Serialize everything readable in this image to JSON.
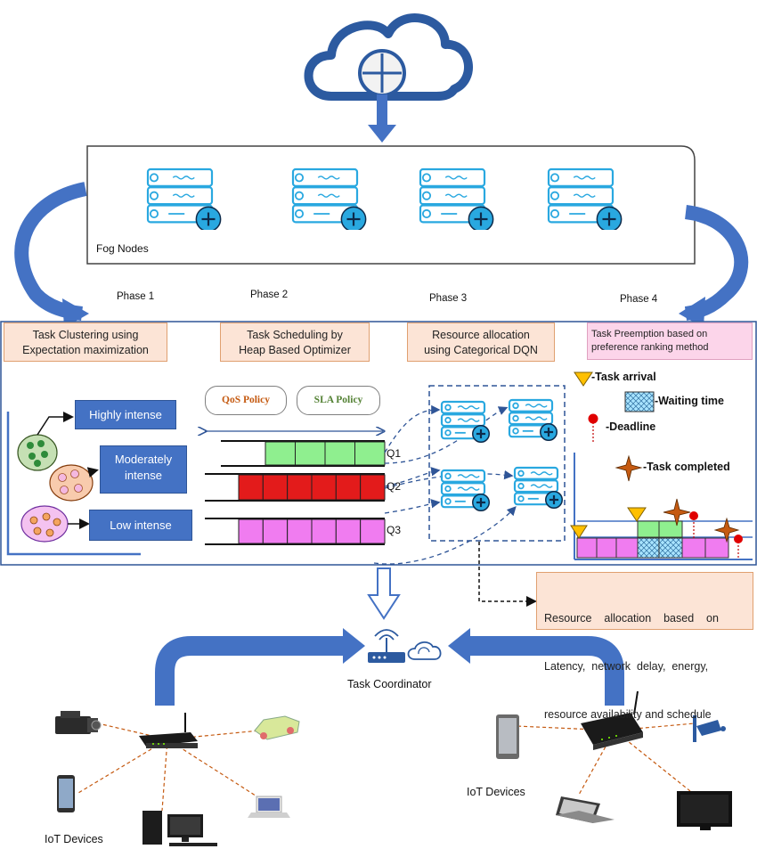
{
  "fog": {
    "label": "Fog Nodes"
  },
  "phases": [
    {
      "label": "Phase 1",
      "title_line1": "Task Clustering using",
      "title_line2": "Expectation maximization"
    },
    {
      "label": "Phase 2",
      "title_line1": "Task Scheduling by",
      "title_line2": "Heap Based Optimizer"
    },
    {
      "label": "Phase 3",
      "title_line1": "Resource allocation",
      "title_line2": "using Categorical DQN"
    },
    {
      "label": "Phase 4",
      "title_line1": "Task Preemption based on",
      "title_line2": "preference ranking method"
    }
  ],
  "clusters": [
    {
      "label": "Highly intense"
    },
    {
      "label_line1": "Moderately",
      "label_line2": "intense"
    },
    {
      "label": "Low intense"
    }
  ],
  "policies": {
    "qos": "QoS Policy",
    "sla": "SLA Policy"
  },
  "queues": [
    {
      "label": "Q1",
      "color": "#8fef8f"
    },
    {
      "label": "Q2",
      "color": "#e31b1b"
    },
    {
      "label": "Q3",
      "color": "#f07cf0"
    }
  ],
  "legend": {
    "arrival": "-Task arrival",
    "waiting": "-Waiting time",
    "deadline": "-Deadline",
    "completed": "-Task completed"
  },
  "resource_note": {
    "line1": "Resource    allocation    based    on",
    "line2": "Latency,  network  delay,  energy,",
    "line3": "resource availability and schedule"
  },
  "coordinator": {
    "label": "Task Coordinator"
  },
  "iot": {
    "left_label": "IoT Devices",
    "right_label": "IoT Devices"
  },
  "colors": {
    "accent": "#4472c4",
    "peach": "#fce4d6",
    "pink": "#fcd5ea",
    "icon_blue": "#29a8e0"
  }
}
